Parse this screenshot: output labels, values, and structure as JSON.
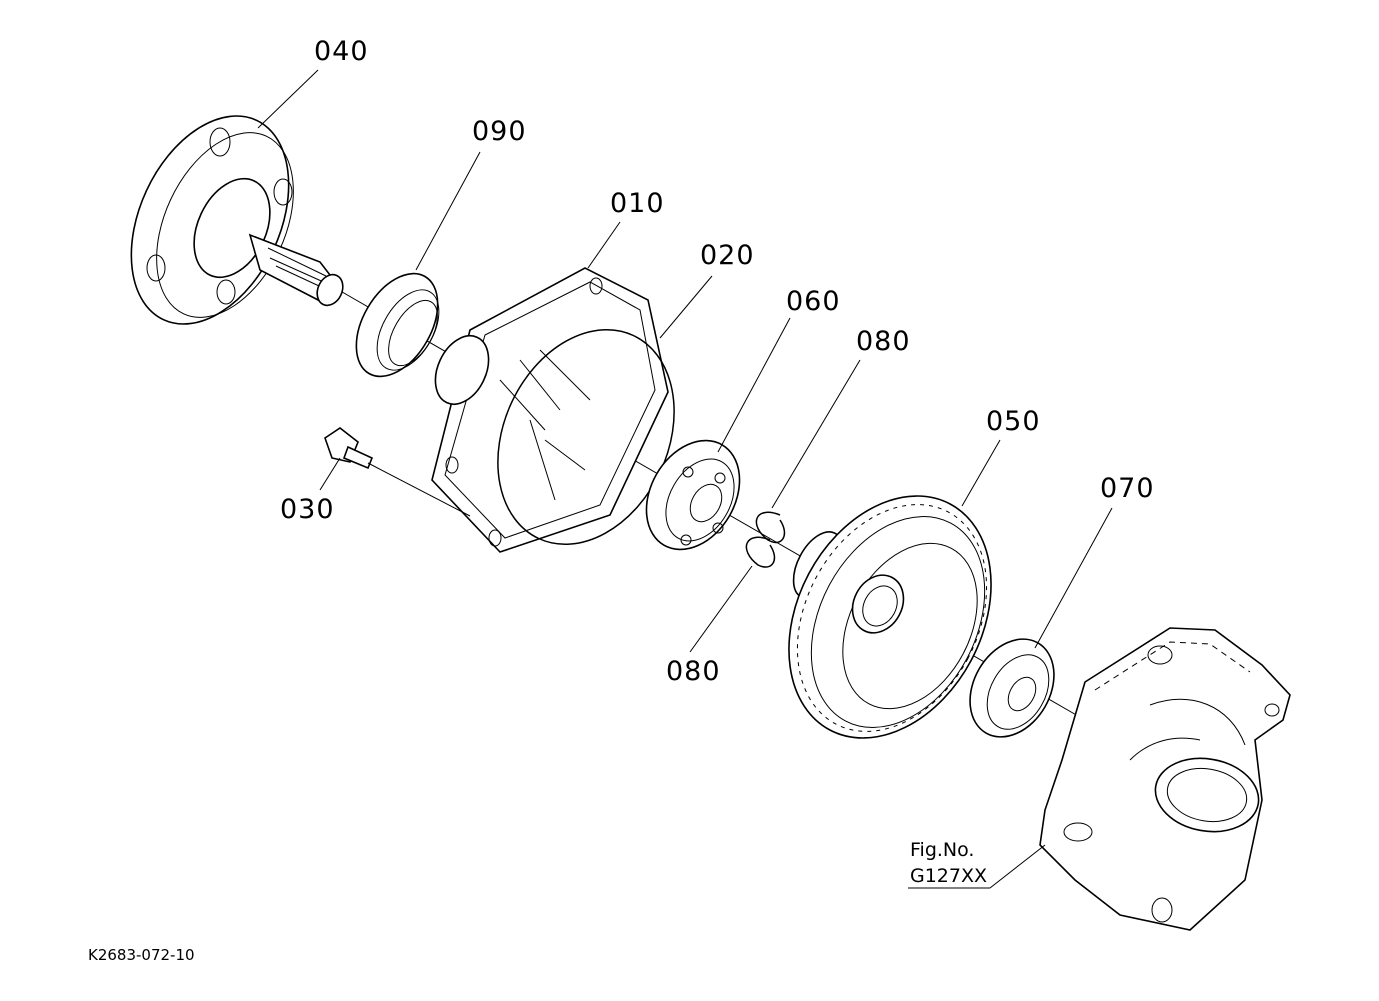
{
  "labels": {
    "p040": "040",
    "p090": "090",
    "p010": "010",
    "p020": "020",
    "p060": "060",
    "p080a": "080",
    "p050": "050",
    "p070": "070",
    "p030": "030",
    "p080b": "080"
  },
  "figure": {
    "line1": "Fig.No.",
    "line2": "G127XX"
  },
  "drawing_code": "K2683-072-10"
}
